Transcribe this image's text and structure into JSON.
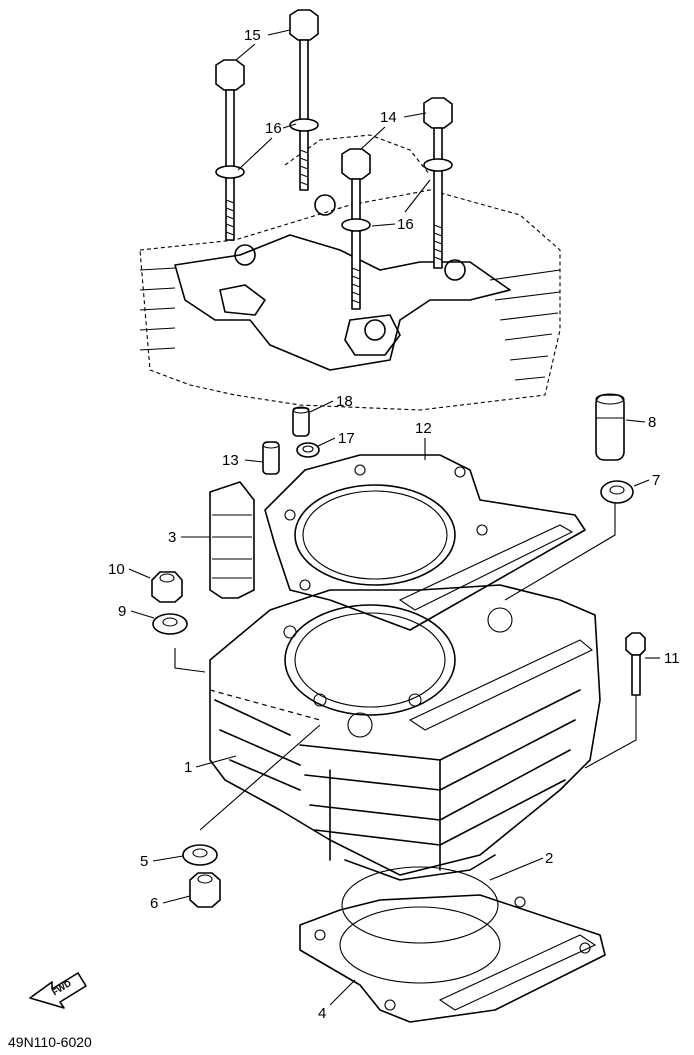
{
  "diagram": {
    "part_code": "49N110-6020",
    "fwd_label": "FWD",
    "callouts": [
      "15",
      "16",
      "14",
      "16",
      "18",
      "12",
      "17",
      "13",
      "8",
      "7",
      "3",
      "10",
      "9",
      "11",
      "1",
      "5",
      "2",
      "6",
      "4"
    ]
  }
}
